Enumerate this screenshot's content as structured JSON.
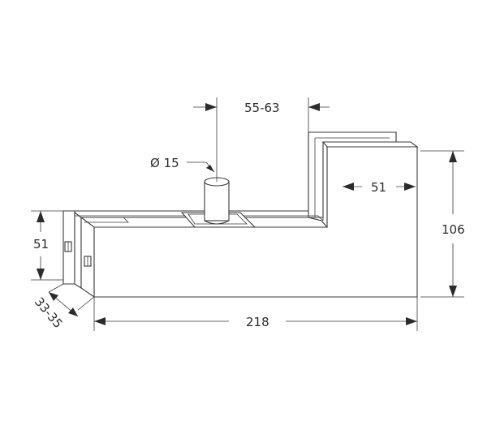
{
  "diagram": {
    "dimensions": {
      "pin_diameter": "Ø 15",
      "glass_range": "55-63",
      "top_width": "51",
      "right_height": "106",
      "left_height": "51",
      "depth": "33-35",
      "total_length": "218"
    },
    "colors": {
      "line": "#3a3a3a",
      "background": "#ffffff"
    }
  }
}
